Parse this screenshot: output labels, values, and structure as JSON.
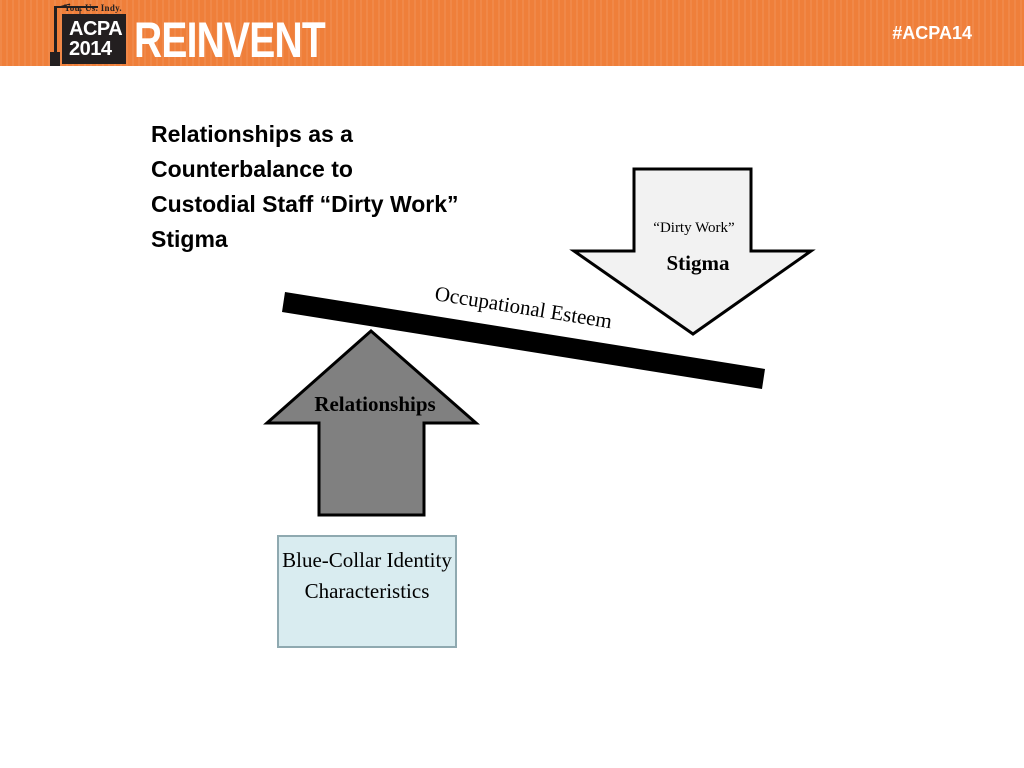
{
  "header": {
    "logo_tagline": "You. Us. Indy.",
    "logo_line1": "ACPA",
    "logo_line2": "2014",
    "brand": "REINVENT",
    "hashtag": "#ACPA14",
    "accent_color": "#ef7f3a"
  },
  "slide": {
    "title": "Relationships as a Counterbalance to Custodial Staff “Dirty Work” Stigma"
  },
  "diagram": {
    "down_arrow": {
      "small_label": "“Dirty Work”",
      "label": "Stigma",
      "fill": "#f2f2f2"
    },
    "beam_label": "Occupational Esteem",
    "up_arrow": {
      "label": "Relationships",
      "fill": "#808080"
    },
    "source_box": {
      "label": "Blue-Collar Identity Characteristics",
      "fill": "#d9ecf0"
    }
  }
}
